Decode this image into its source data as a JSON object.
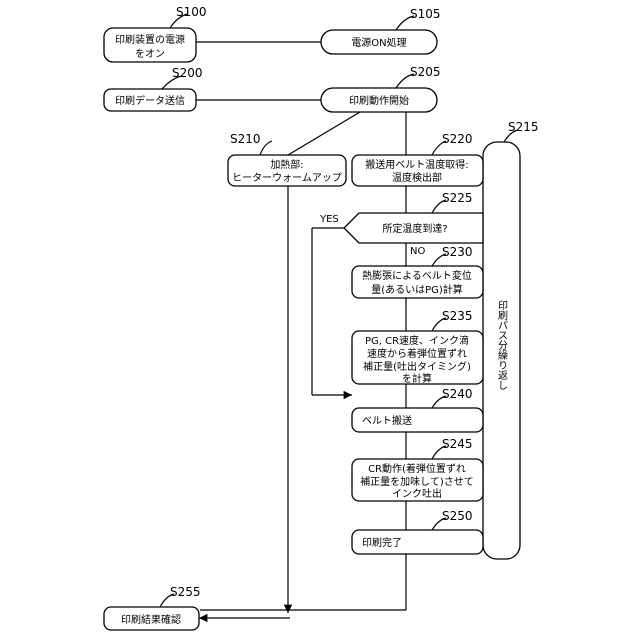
{
  "steps": {
    "s100": {
      "id": "S100",
      "lines": [
        "印刷装置の電源",
        "をオン"
      ]
    },
    "s105": {
      "id": "S105",
      "lines": [
        "電源ON処理"
      ]
    },
    "s200": {
      "id": "S200",
      "lines": [
        "印刷データ送信"
      ]
    },
    "s205": {
      "id": "S205",
      "lines": [
        "印刷動作開始"
      ]
    },
    "s210": {
      "id": "S210",
      "lines": [
        "加熱部:",
        "ヒーターウォームアップ"
      ]
    },
    "s215": {
      "id": "S215",
      "lines": [
        "印刷パス分繰り返し"
      ]
    },
    "s220": {
      "id": "S220",
      "lines": [
        "搬送用ベルト温度取得:",
        "温度検出部"
      ]
    },
    "s225": {
      "id": "S225",
      "lines": [
        "所定温度到達?"
      ],
      "yes": "YES",
      "no": "NO"
    },
    "s230": {
      "id": "S230",
      "lines": [
        "熱膨張によるベルト変位",
        "量(あるいはPG)計算"
      ]
    },
    "s235": {
      "id": "S235",
      "lines": [
        "PG, CR速度、インク滴",
        "速度から着弾位置ずれ",
        "補正量(吐出タイミング)",
        "を計算"
      ]
    },
    "s240": {
      "id": "S240",
      "lines": [
        "ベルト搬送"
      ]
    },
    "s245": {
      "id": "S245",
      "lines": [
        "CR動作(着弾位置ずれ",
        "補正量を加味して)させて",
        "インク吐出"
      ]
    },
    "s250": {
      "id": "S250",
      "lines": [
        "印刷完了"
      ]
    },
    "s255": {
      "id": "S255",
      "lines": [
        "印刷結果確認"
      ]
    }
  }
}
